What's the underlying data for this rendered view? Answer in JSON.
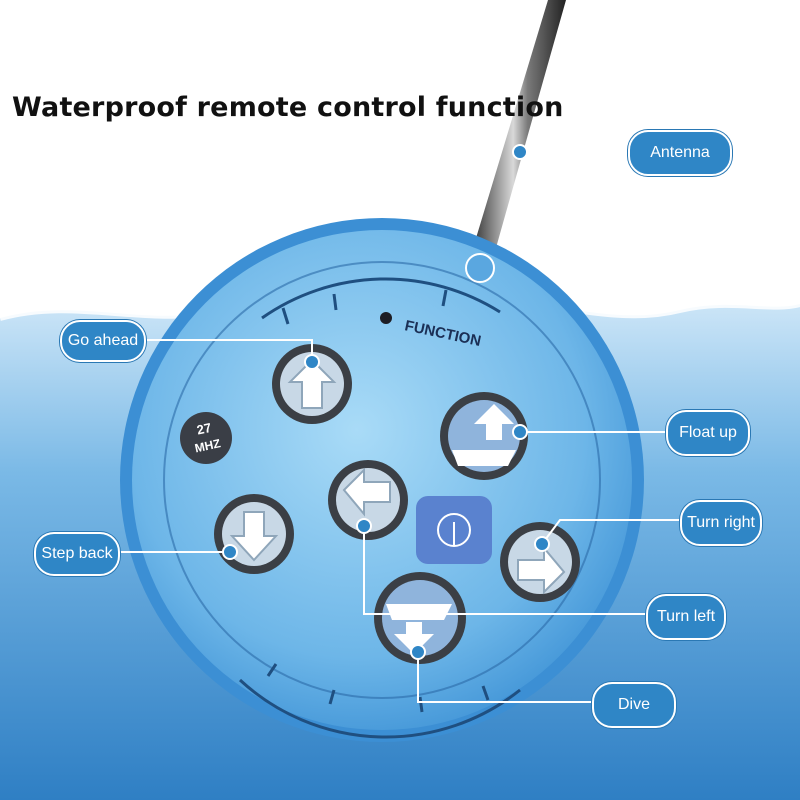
{
  "title": "Waterproof remote control function",
  "device": {
    "indicator_label": "FUNCTION",
    "frequency": {
      "value": "27",
      "unit": "MHZ"
    }
  },
  "callouts": {
    "antenna": "Antenna",
    "go_ahead": "Go ahead",
    "float_up": "Float up",
    "turn_right": "Turn right",
    "step_back": "Step back",
    "turn_left": "Turn left",
    "dive": "Dive"
  },
  "colors": {
    "callout_fill": "#2f86c6",
    "water_deep": "#3a8fd0",
    "remote_body": "#7fc4ef",
    "button_rim": "#3b3f45"
  }
}
